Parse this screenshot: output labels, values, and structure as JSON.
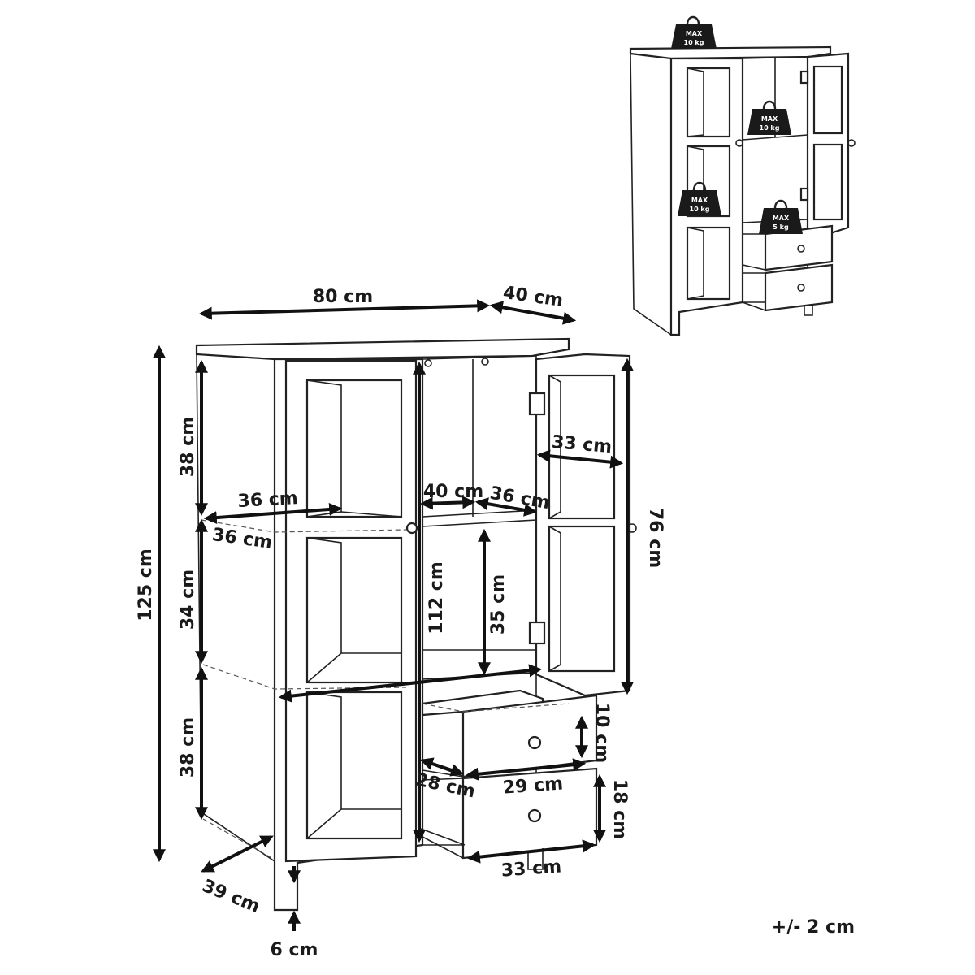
{
  "dimensions": {
    "width": "80 cm",
    "depth_top": "40 cm",
    "height_total": "125 cm",
    "compartment_top": "38 cm",
    "compartment_mid": "34 cm",
    "compartment_bottom": "38 cm",
    "shelf_width": "36 cm",
    "shelf_depth": "36 cm",
    "inner_width": "40 cm",
    "inner_depth": "36 cm",
    "door_width": "33 cm",
    "door_height": "76 cm",
    "inner_height": "112 cm",
    "open_shelf_height": "35 cm",
    "drawer_height_top": "10 cm",
    "drawer_width_top": "29 cm",
    "drawer_depth": "28 cm",
    "drawer_height_bottom": "18 cm",
    "drawer_width_bottom": "33 cm",
    "base_depth": "39 cm",
    "leg_height": "6 cm"
  },
  "weights": [
    {
      "line1": "MAX",
      "line2": "10 kg"
    },
    {
      "line1": "MAX",
      "line2": "10 kg"
    },
    {
      "line1": "MAX",
      "line2": "10 kg"
    },
    {
      "line1": "MAX",
      "line2": "5 kg"
    }
  ],
  "tolerance": "+/- 2 cm"
}
